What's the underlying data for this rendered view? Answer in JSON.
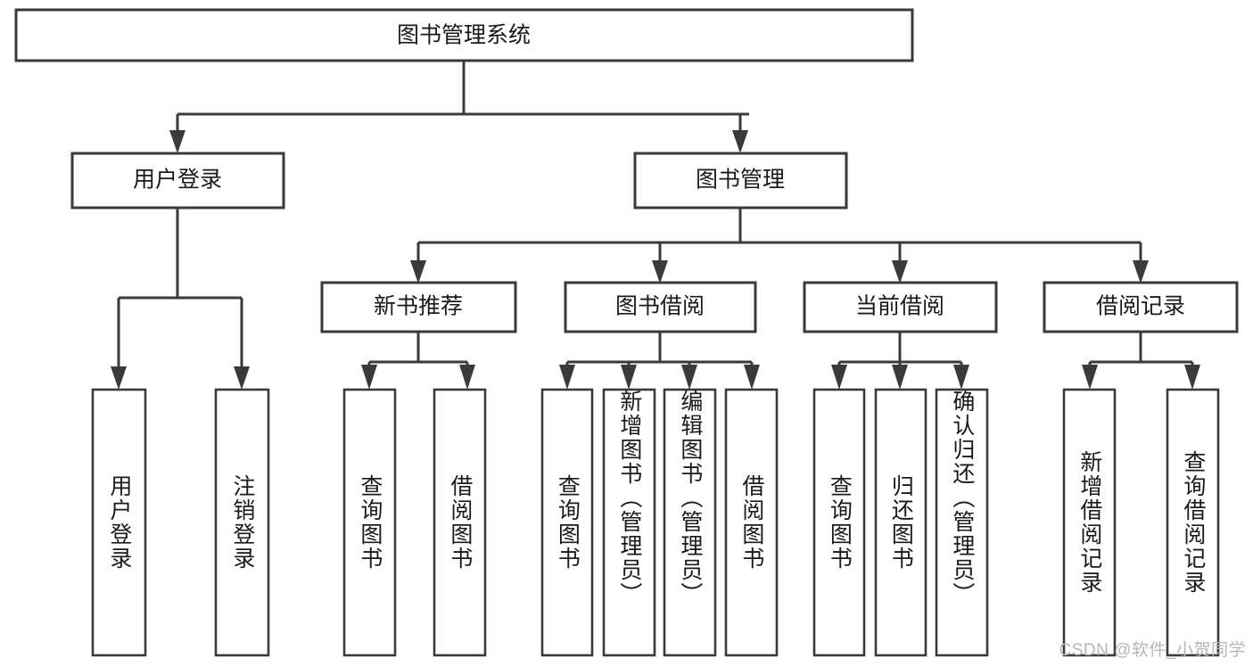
{
  "diagram": {
    "type": "tree-hierarchy",
    "title": "图书管理系统",
    "watermark": "CSDN @软件_小贺同学",
    "colors": {
      "background": "#ffffff",
      "stroke": "#3a3a3a",
      "text": "#1a1a1a",
      "watermark": "#b6b6b6"
    },
    "levels": {
      "root": {
        "label": "图书管理系统",
        "orientation": "horizontal"
      },
      "level2": [
        {
          "label": "用户登录",
          "orientation": "horizontal"
        },
        {
          "label": "图书管理",
          "orientation": "horizontal"
        }
      ],
      "level3": [
        {
          "label": "新书推荐",
          "orientation": "horizontal",
          "parent": "图书管理"
        },
        {
          "label": "图书借阅",
          "orientation": "horizontal",
          "parent": "图书管理"
        },
        {
          "label": "当前借阅",
          "orientation": "horizontal",
          "parent": "图书管理"
        },
        {
          "label": "借阅记录",
          "orientation": "horizontal",
          "parent": "图书管理"
        }
      ],
      "leaves": [
        {
          "label": "用户登录",
          "orientation": "vertical",
          "parent": "用户登录"
        },
        {
          "label": "注销登录",
          "orientation": "vertical",
          "parent": "用户登录"
        },
        {
          "label": "查询图书",
          "orientation": "vertical",
          "parent": "新书推荐"
        },
        {
          "label": "借阅图书",
          "orientation": "vertical",
          "parent": "新书推荐"
        },
        {
          "label": "查询图书",
          "orientation": "vertical",
          "parent": "图书借阅"
        },
        {
          "label": "新增图书（管理员）",
          "orientation": "vertical",
          "parent": "图书借阅"
        },
        {
          "label": "编辑图书（管理员）",
          "orientation": "vertical",
          "parent": "图书借阅"
        },
        {
          "label": "借阅图书",
          "orientation": "vertical",
          "parent": "图书借阅"
        },
        {
          "label": "查询图书",
          "orientation": "vertical",
          "parent": "当前借阅"
        },
        {
          "label": "归还图书",
          "orientation": "vertical",
          "parent": "当前借阅"
        },
        {
          "label": "确认归还（管理员）",
          "orientation": "vertical",
          "parent": "当前借阅"
        },
        {
          "label": "新增借阅记录",
          "orientation": "vertical",
          "parent": "借阅记录"
        },
        {
          "label": "查询借阅记录",
          "orientation": "vertical",
          "parent": "借阅记录"
        }
      ]
    }
  }
}
